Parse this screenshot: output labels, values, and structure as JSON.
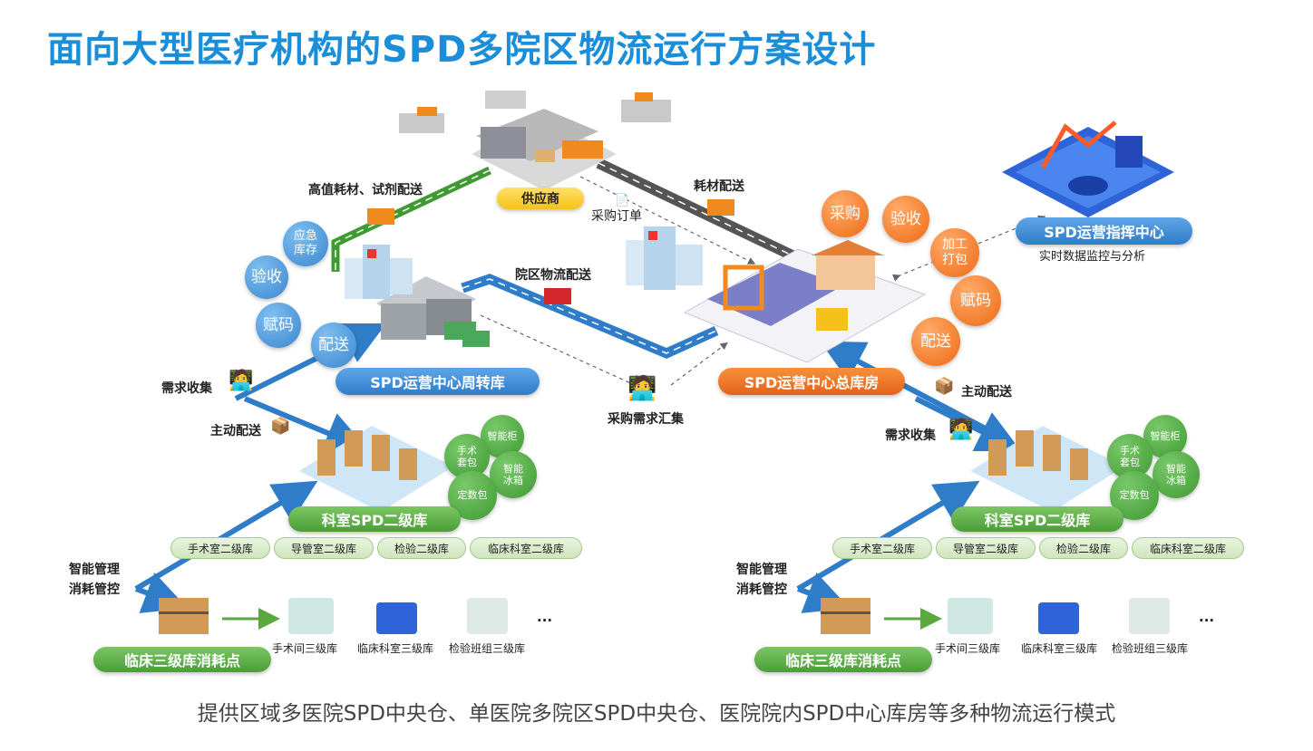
{
  "title": "面向大型医疗机构的SPD多院区物流运行方案设计",
  "footer": "提供区域多医院SPD中央仓、单医院多院区SPD中央仓、医院院内SPD中心库房等多种物流运行模式",
  "supplier": "供应商",
  "route_labels": {
    "high_value": "高值耗材、试剂配送",
    "consumables": "耗材配送",
    "purchase_order": "采购订单",
    "campus_logistics": "院区物流配送",
    "purchase_demand": "采购需求汇集"
  },
  "turnover_warehouse": {
    "name": "SPD运营中心周转库",
    "circles": [
      "应急库存",
      "验收",
      "赋码",
      "配送"
    ]
  },
  "central_warehouse": {
    "name": "SPD运营中心总库房",
    "circles": [
      "采购",
      "验收",
      "加工打包",
      "赋码",
      "配送"
    ]
  },
  "command_center": {
    "name": "SPD运营指挥中心",
    "subtitle": "实时数据监控与分析"
  },
  "left_branch": {
    "demand": "需求收集",
    "delivery": "主动配送",
    "dept_name": "科室SPD二级库",
    "circles": [
      "智能柜",
      "手术套包",
      "智能冰箱",
      "定数包"
    ],
    "sub_stores": [
      "手术室二级库",
      "导管室二级库",
      "检验二级库",
      "临床科室二级库"
    ],
    "mgmt": [
      "智能管理",
      "消耗管控"
    ],
    "consumption": "临床三级库消耗点",
    "tier3": [
      "手术间三级库",
      "临床科室三级库",
      "检验班组三级库"
    ],
    "ellipsis": "..."
  },
  "right_branch": {
    "demand": "需求收集",
    "delivery": "主动配送",
    "dept_name": "科室SPD二级库",
    "circles": [
      "智能柜",
      "手术套包",
      "智能冰箱",
      "定数包"
    ],
    "sub_stores": [
      "手术室二级库",
      "导管室二级库",
      "检验二级库",
      "临床科室二级库"
    ],
    "mgmt": [
      "智能管理",
      "消耗管控"
    ],
    "consumption": "临床三级库消耗点",
    "tier3": [
      "手术间三级库",
      "临床科室三级库",
      "检验班组三级库"
    ],
    "ellipsis": "..."
  },
  "colors": {
    "title": "#1a8ed8",
    "blue_route": "#2f7cc8",
    "green_route": "#3f9a32",
    "gray_road": "#555555",
    "orange": "#ee6a12",
    "yellow": "#f5c21b"
  }
}
